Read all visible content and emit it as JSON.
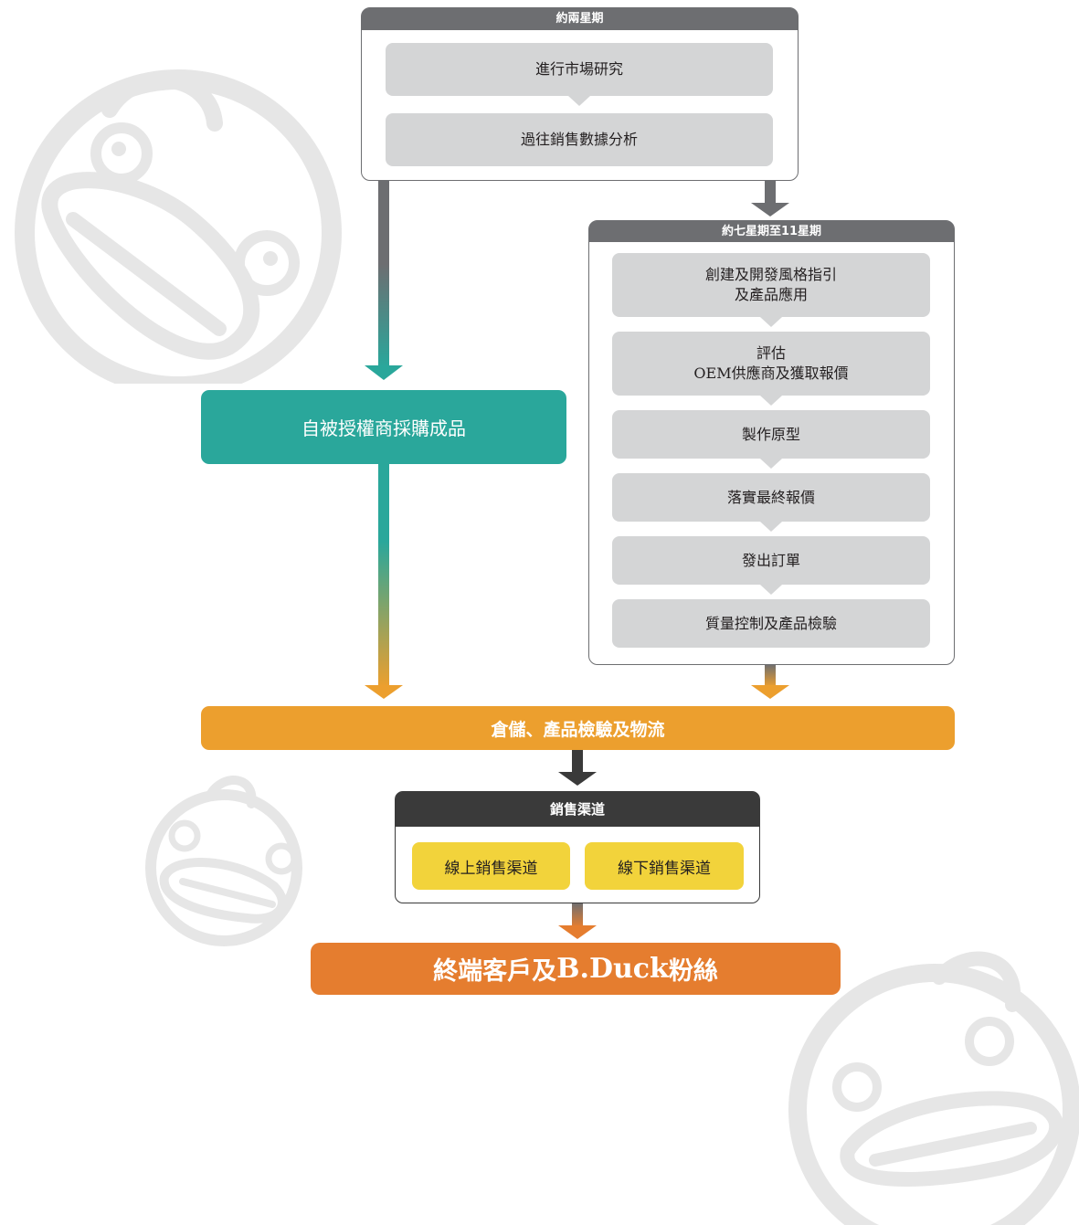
{
  "phase1": {
    "header": "約兩星期",
    "steps": [
      "進行市場研究",
      "過往銷售數據分析"
    ]
  },
  "licensee": {
    "label": "自被授權商採購成品"
  },
  "phase2": {
    "header": "約七星期至11星期",
    "steps": [
      {
        "line1": "創建及開發風格指引",
        "line2": "及產品應用"
      },
      {
        "line1": "評估",
        "line2": "OEM供應商及獲取報價"
      },
      {
        "line1": "製作原型",
        "line2": ""
      },
      {
        "line1": "落實最終報價",
        "line2": ""
      },
      {
        "line1": "發出訂單",
        "line2": ""
      },
      {
        "line1": "質量控制及產品檢驗",
        "line2": ""
      }
    ]
  },
  "warehouse": {
    "label": "倉儲、產品檢驗及物流"
  },
  "sales": {
    "header": "銷售渠道",
    "online": "線上銷售渠道",
    "offline": "線下銷售渠道"
  },
  "end": {
    "prefix": "終端客戶及",
    "brand": "B.Duck",
    "suffix": "粉絲"
  },
  "colors": {
    "teal": "#2aa79b",
    "orange": "#ec9f2e",
    "deep_orange": "#e57d2f",
    "grey_header": "#6d6e71",
    "dark_header": "#3a3a3a",
    "step_grey": "#d4d5d6",
    "yellow": "#f2d33b",
    "watermark": "#e6e6e6"
  },
  "icons": [
    "duck-watermark-icon",
    "down-arrow-icon"
  ]
}
